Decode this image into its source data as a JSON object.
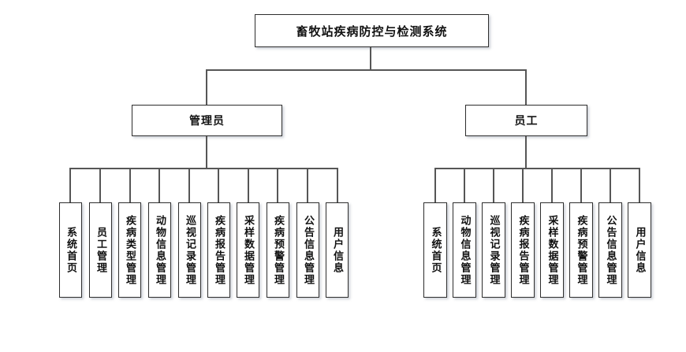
{
  "diagram": {
    "title": "畜牧站疾病防控与检测系统",
    "colors": {
      "line": "#565656",
      "box_border": "#2e2e2e",
      "box_fill": "#ffffff",
      "text": "#111111",
      "background": "#ffffff"
    },
    "root": {
      "label": "畜牧站疾病防控与检测系统"
    },
    "branches": [
      {
        "label": "管理员",
        "children": [
          "系统首页",
          "员工管理",
          "疾病类型管理",
          "动物信息管理",
          "巡视记录管理",
          "疾病报告管理",
          "采样数据管理",
          "疾病预警管理",
          "公告信息管理",
          "用户信息"
        ]
      },
      {
        "label": "员工",
        "children": [
          "系统首页",
          "动物信息管理",
          "巡视记录管理",
          "疾病报告管理",
          "采样数据管理",
          "疾病预警管理",
          "公告信息管理",
          "用户信息"
        ]
      }
    ]
  }
}
